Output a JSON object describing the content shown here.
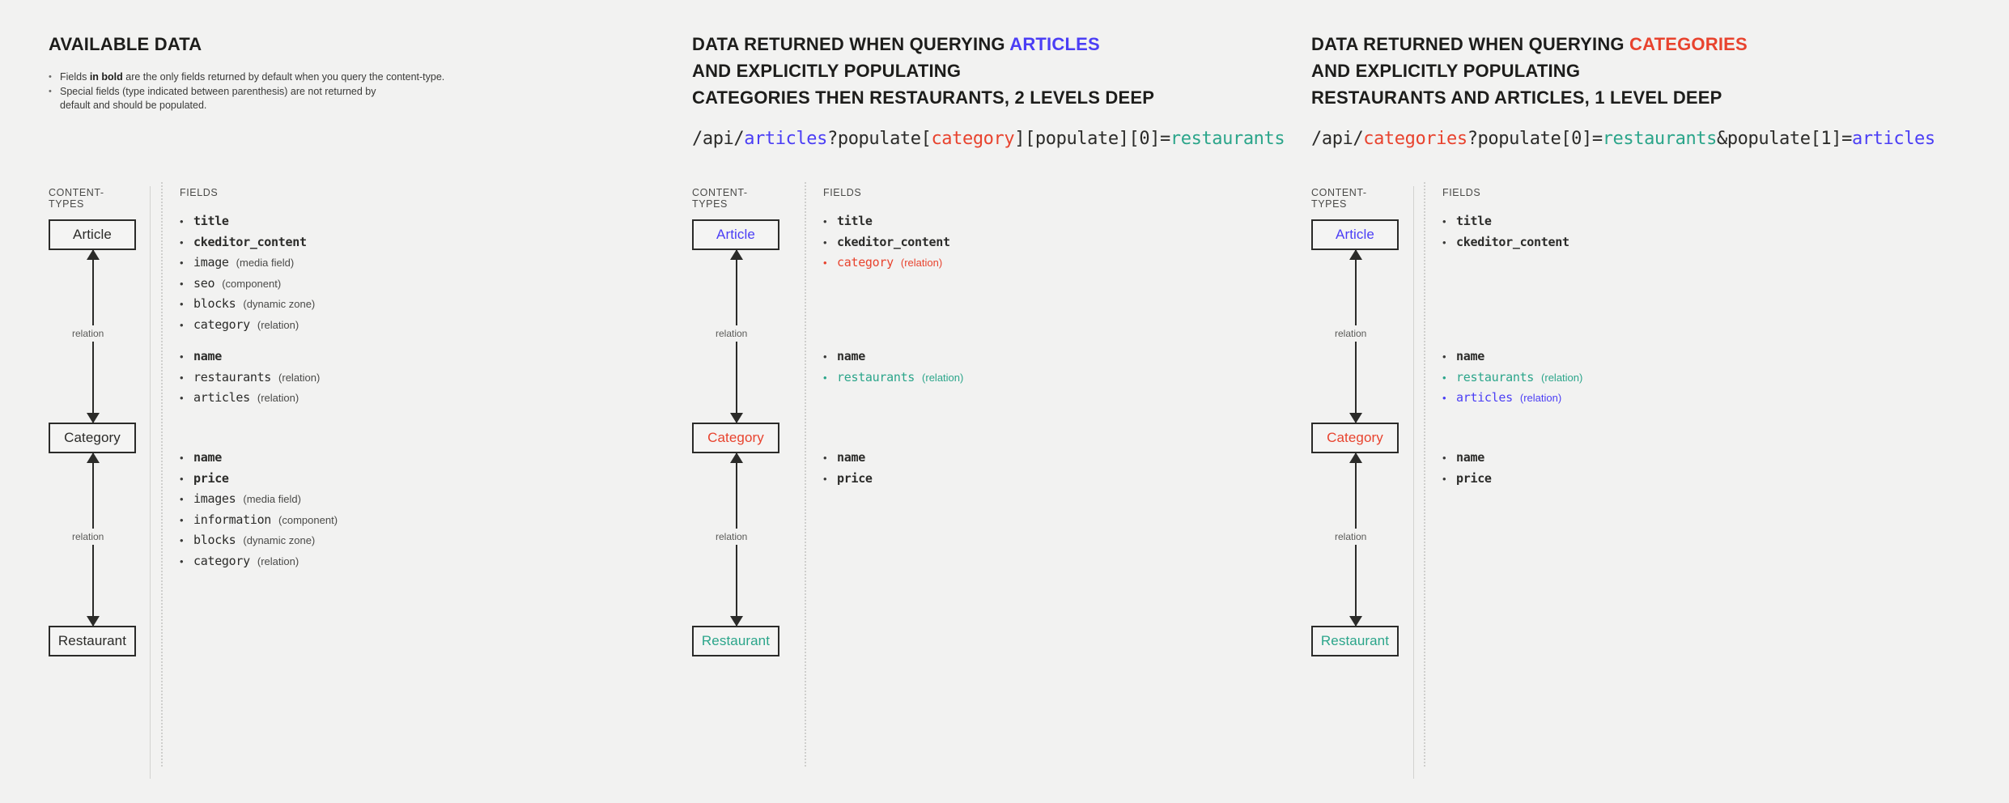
{
  "colors": {
    "background": "#f2f2f1",
    "ink": "#1d1d1b",
    "blue": "#4b3ef5",
    "red": "#e8432e",
    "teal": "#2ba58a",
    "divider": "#cfcfcd"
  },
  "column_headers": {
    "content_types": "CONTENT-TYPES",
    "fields": "FIELDS"
  },
  "relation_label": "relation",
  "panel1": {
    "title": "AVAILABLE DATA",
    "bullets": [
      {
        "prefix": "Fields ",
        "bold": "in bold",
        "suffix": " are the only fields returned by default when you query the content-type."
      },
      {
        "prefix": "",
        "bold": "",
        "suffix": "Special fields (type indicated between parenthesis) are not returned by default and should be populated."
      }
    ],
    "nodes": {
      "article": "Article",
      "category": "Category",
      "restaurant": "Restaurant"
    },
    "fields": {
      "article": [
        {
          "name": "title",
          "type": "",
          "bold": true,
          "color": ""
        },
        {
          "name": "ckeditor_content",
          "type": "",
          "bold": true,
          "color": ""
        },
        {
          "name": "image",
          "type": "(media field)",
          "bold": false,
          "color": ""
        },
        {
          "name": "seo",
          "type": "(component)",
          "bold": false,
          "color": ""
        },
        {
          "name": "blocks",
          "type": "(dynamic zone)",
          "bold": false,
          "color": ""
        },
        {
          "name": "category",
          "type": "(relation)",
          "bold": false,
          "color": ""
        }
      ],
      "category": [
        {
          "name": "name",
          "type": "",
          "bold": true,
          "color": ""
        },
        {
          "name": "restaurants",
          "type": "(relation)",
          "bold": false,
          "color": ""
        },
        {
          "name": "articles",
          "type": "(relation)",
          "bold": false,
          "color": ""
        }
      ],
      "restaurant": [
        {
          "name": "name",
          "type": "",
          "bold": true,
          "color": ""
        },
        {
          "name": "price",
          "type": "",
          "bold": true,
          "color": ""
        },
        {
          "name": "images",
          "type": "(media field)",
          "bold": false,
          "color": ""
        },
        {
          "name": "information",
          "type": "(component)",
          "bold": false,
          "color": ""
        },
        {
          "name": "blocks",
          "type": "(dynamic zone)",
          "bold": false,
          "color": ""
        },
        {
          "name": "category",
          "type": "(relation)",
          "bold": false,
          "color": ""
        }
      ]
    }
  },
  "panel2": {
    "title_line1_prefix": "DATA RETURNED WHEN QUERYING ",
    "title_line1_accent": "ARTICLES",
    "title_line2": "AND EXPLICITLY POPULATING",
    "title_line3": "CATEGORIES THEN RESTAURANTS, 2 LEVELS DEEP",
    "url_parts": [
      {
        "text": "/api/",
        "color": ""
      },
      {
        "text": "articles",
        "color": "blue"
      },
      {
        "text": "?populate[",
        "color": ""
      },
      {
        "text": "category",
        "color": "red"
      },
      {
        "text": "][populate][0]=",
        "color": ""
      },
      {
        "text": "restaurants",
        "color": "teal"
      }
    ],
    "nodes": {
      "article": "Article",
      "category": "Category",
      "restaurant": "Restaurant"
    },
    "node_colors": {
      "article": "blue",
      "category": "red",
      "restaurant": "teal"
    },
    "fields": {
      "article": [
        {
          "name": "title",
          "type": "",
          "bold": true,
          "color": ""
        },
        {
          "name": "ckeditor_content",
          "type": "",
          "bold": true,
          "color": ""
        },
        {
          "name": "category",
          "type": "(relation)",
          "bold": false,
          "color": "red"
        }
      ],
      "category": [
        {
          "name": "name",
          "type": "",
          "bold": true,
          "color": ""
        },
        {
          "name": "restaurants",
          "type": "(relation)",
          "bold": false,
          "color": "teal"
        }
      ],
      "restaurant": [
        {
          "name": "name",
          "type": "",
          "bold": true,
          "color": ""
        },
        {
          "name": "price",
          "type": "",
          "bold": true,
          "color": ""
        }
      ]
    }
  },
  "panel3": {
    "title_line1_prefix": "DATA RETURNED WHEN QUERYING ",
    "title_line1_accent": "CATEGORIES",
    "title_line2": "AND EXPLICITLY POPULATING",
    "title_line3": "RESTAURANTS AND ARTICLES, 1 LEVEL DEEP",
    "url_parts": [
      {
        "text": "/api/",
        "color": ""
      },
      {
        "text": "categories",
        "color": "red"
      },
      {
        "text": "?populate[0]=",
        "color": ""
      },
      {
        "text": "restaurants",
        "color": "teal"
      },
      {
        "text": "&populate[1]=",
        "color": ""
      },
      {
        "text": "articles",
        "color": "blue"
      }
    ],
    "nodes": {
      "article": "Article",
      "category": "Category",
      "restaurant": "Restaurant"
    },
    "node_colors": {
      "article": "blue",
      "category": "red",
      "restaurant": "teal"
    },
    "fields": {
      "article": [
        {
          "name": "title",
          "type": "",
          "bold": true,
          "color": ""
        },
        {
          "name": "ckeditor_content",
          "type": "",
          "bold": true,
          "color": ""
        }
      ],
      "category": [
        {
          "name": "name",
          "type": "",
          "bold": true,
          "color": ""
        },
        {
          "name": "restaurants",
          "type": "(relation)",
          "bold": false,
          "color": "teal"
        },
        {
          "name": "articles",
          "type": "(relation)",
          "bold": false,
          "color": "blue"
        }
      ],
      "restaurant": [
        {
          "name": "name",
          "type": "",
          "bold": true,
          "color": ""
        },
        {
          "name": "price",
          "type": "",
          "bold": true,
          "color": ""
        }
      ]
    }
  }
}
